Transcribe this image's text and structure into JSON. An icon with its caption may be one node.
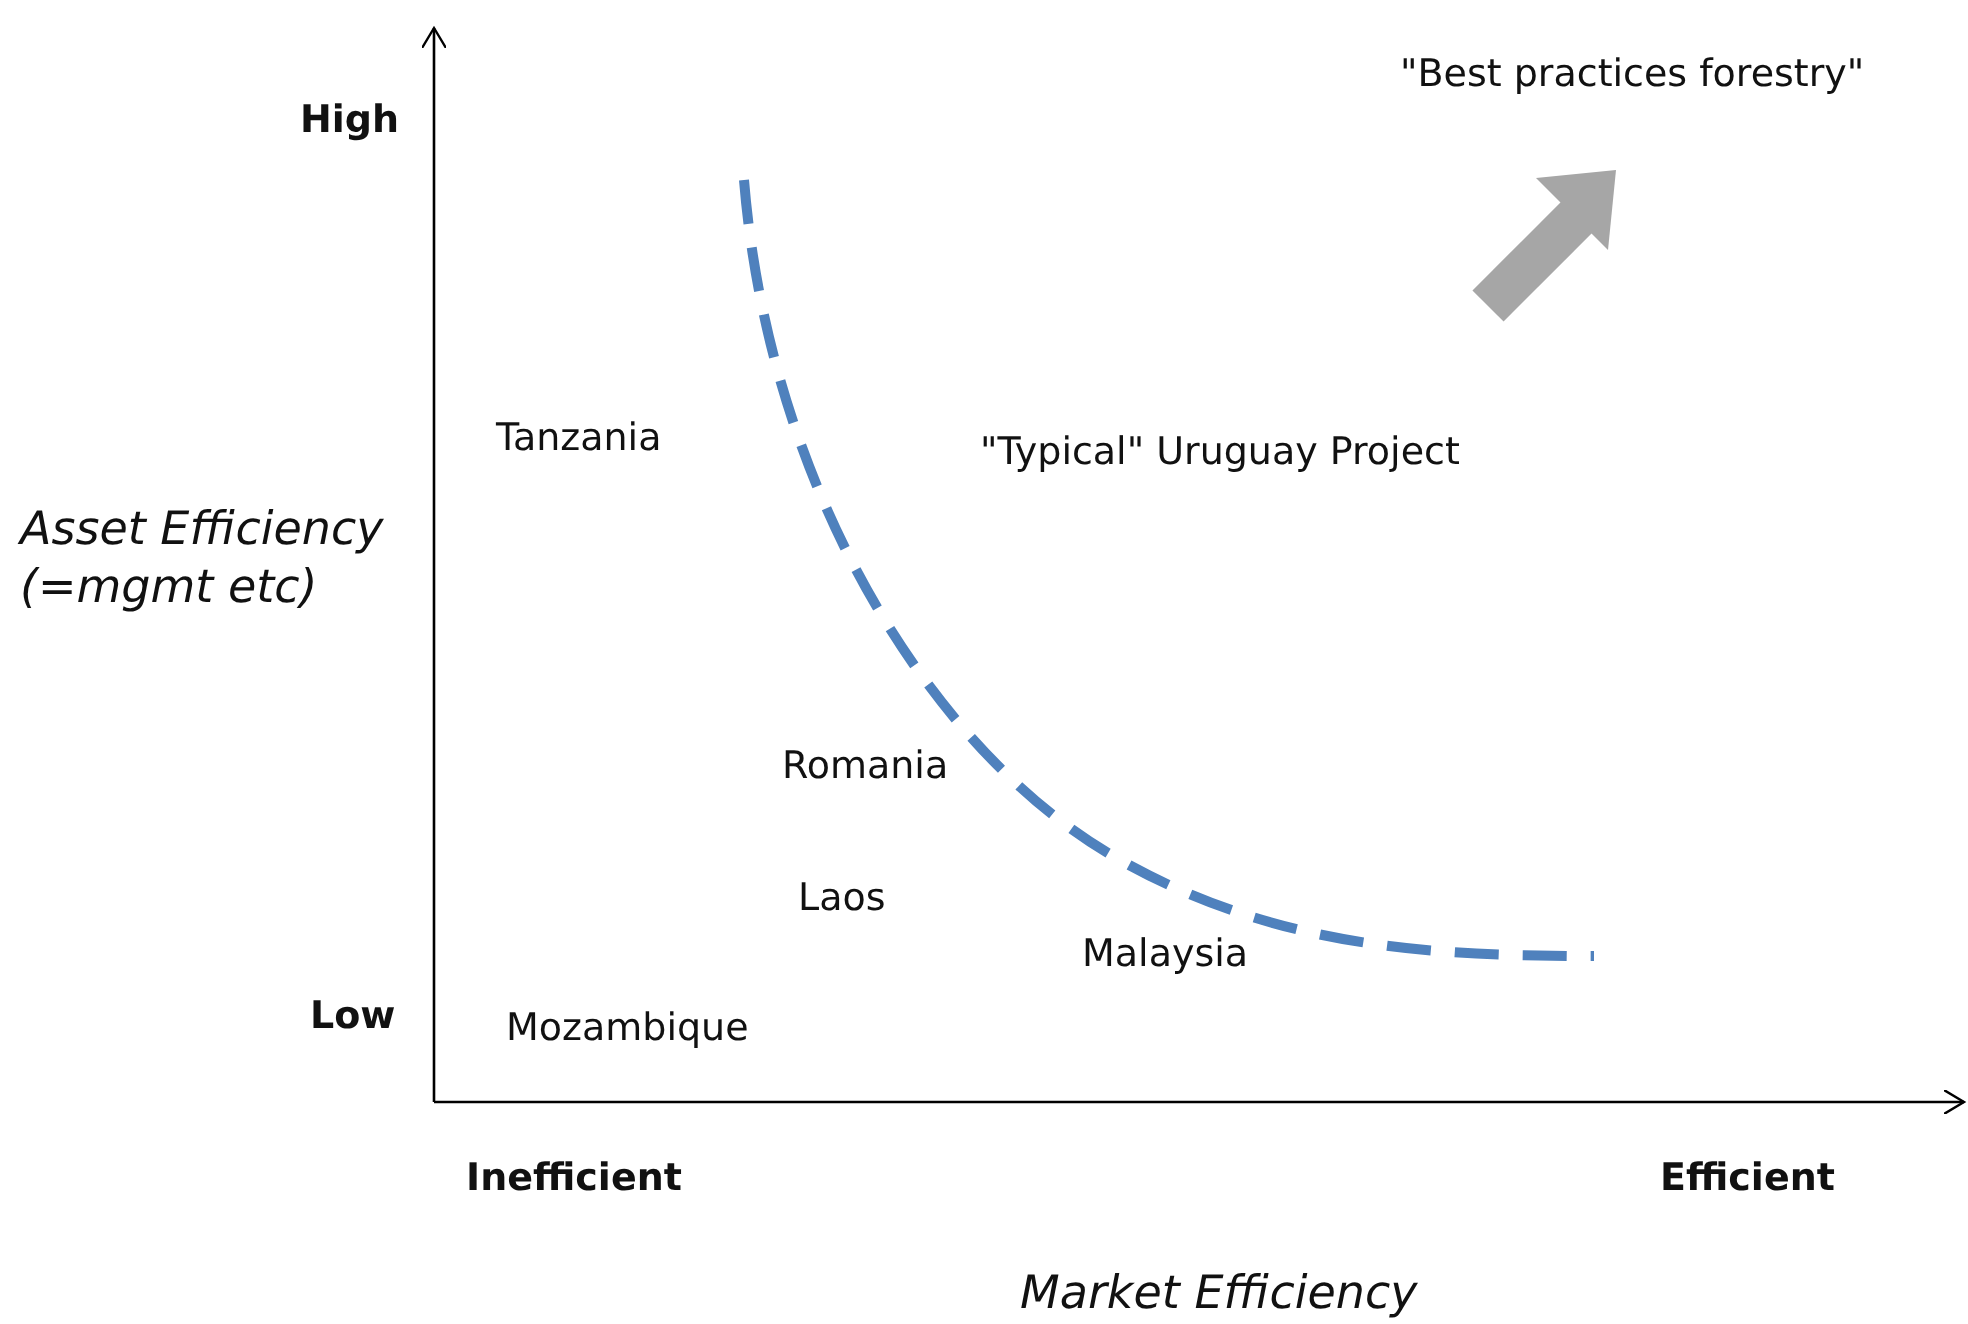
{
  "diagram": {
    "labels": [
      "High",
      "\"Best practices forestry\"",
      "Tanzania",
      "\"Typical\" Uruguay Project",
      "Asset Efficiency (=mgmt etc)",
      "Romania",
      "Laos",
      "Malaysia",
      "Low",
      "Mozambique",
      "Inefficient",
      "Efficient",
      "Market Efficiency"
    ]
  }
}
